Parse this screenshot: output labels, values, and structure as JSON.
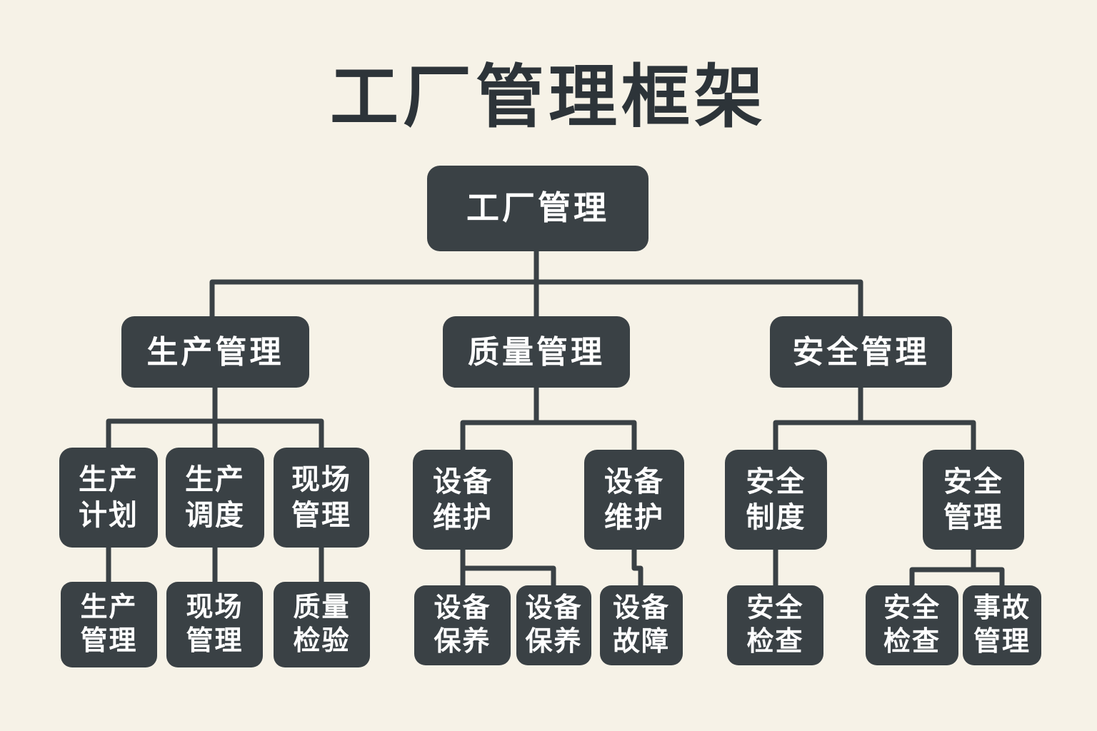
{
  "title": "工厂管理框架",
  "colors": {
    "background": "#f6f2e7",
    "node_fill": "#3a4145",
    "node_text": "#ffffff",
    "connector": "#3a4145",
    "title_text": "#2d3439"
  },
  "nodes": {
    "root": {
      "label": "工厂管理"
    },
    "production": {
      "label": "生产管理"
    },
    "quality": {
      "label": "质量管理"
    },
    "safety": {
      "label": "安全管理"
    },
    "production_plan": {
      "line1": "生产",
      "line2": "计划"
    },
    "production_scheduling": {
      "line1": "生产",
      "line2": "调度"
    },
    "site_management": {
      "line1": "现场",
      "line2": "管理"
    },
    "equipment_maintenance_1": {
      "line1": "设备",
      "line2": "维护"
    },
    "equipment_maintenance_2": {
      "line1": "设备",
      "line2": "维护"
    },
    "safety_system": {
      "line1": "安全",
      "line2": "制度"
    },
    "safety_management_2": {
      "line1": "安全",
      "line2": "管理"
    },
    "production_management_2": {
      "line1": "生产",
      "line2": "管理"
    },
    "site_management_2": {
      "line1": "现场",
      "line2": "管理"
    },
    "quality_inspection": {
      "line1": "质量",
      "line2": "检验"
    },
    "equipment_upkeep_1": {
      "line1": "设备",
      "line2": "保养"
    },
    "equipment_upkeep_2": {
      "line1": "设备",
      "line2": "保养"
    },
    "equipment_fault": {
      "line1": "设备",
      "line2": "故障"
    },
    "safety_inspection_1": {
      "line1": "安全",
      "line2": "检查"
    },
    "safety_inspection_2": {
      "line1": "安全",
      "line2": "检查"
    },
    "accident_management": {
      "line1": "事故",
      "line2": "管理"
    }
  }
}
